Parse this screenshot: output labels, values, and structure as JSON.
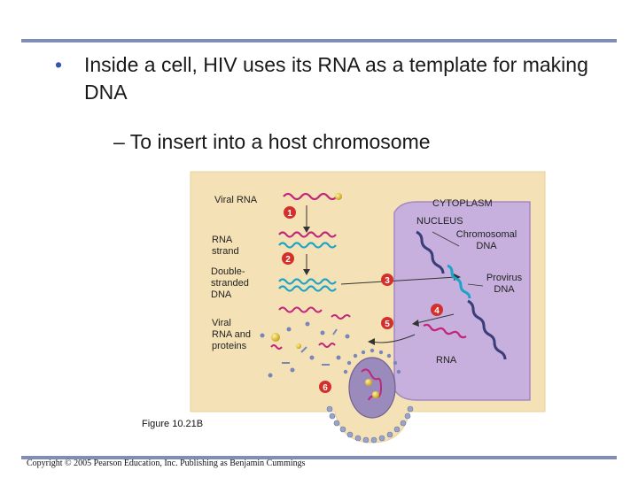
{
  "slide": {
    "bullet1_marker": "•",
    "bullet1": "Inside a cell, HIV uses its RNA as a template for making DNA",
    "bullet2": "– To insert into a host chromosome"
  },
  "figure": {
    "labels": {
      "viral_rna": "Viral RNA",
      "cytoplasm": "CYTOPLASM",
      "nucleus": "NUCLEUS",
      "chromosomal_dna": "Chromosomal DNA",
      "rna_strand": "RNA strand",
      "double_stranded_dna": "Double-stranded DNA",
      "provirus_dna": "Provirus DNA",
      "viral_rna_proteins": "Viral RNA and proteins",
      "rna": "RNA"
    },
    "steps": [
      "1",
      "2",
      "3",
      "4",
      "5",
      "6"
    ],
    "caption": "Figure 10.21B"
  },
  "footer": {
    "copyright": "Copyright © 2005 Pearson Education, Inc. Publishing as Benjamin Cummings"
  },
  "colors": {
    "rule": "#7f8db8",
    "cytoplasm": "#f4e2b6",
    "nucleus": "#c7b0dd",
    "rna": "#c2257a",
    "dna": "#1ba3c8",
    "chromosome": "#3a3d7a",
    "step_marker": "#d3302b"
  }
}
